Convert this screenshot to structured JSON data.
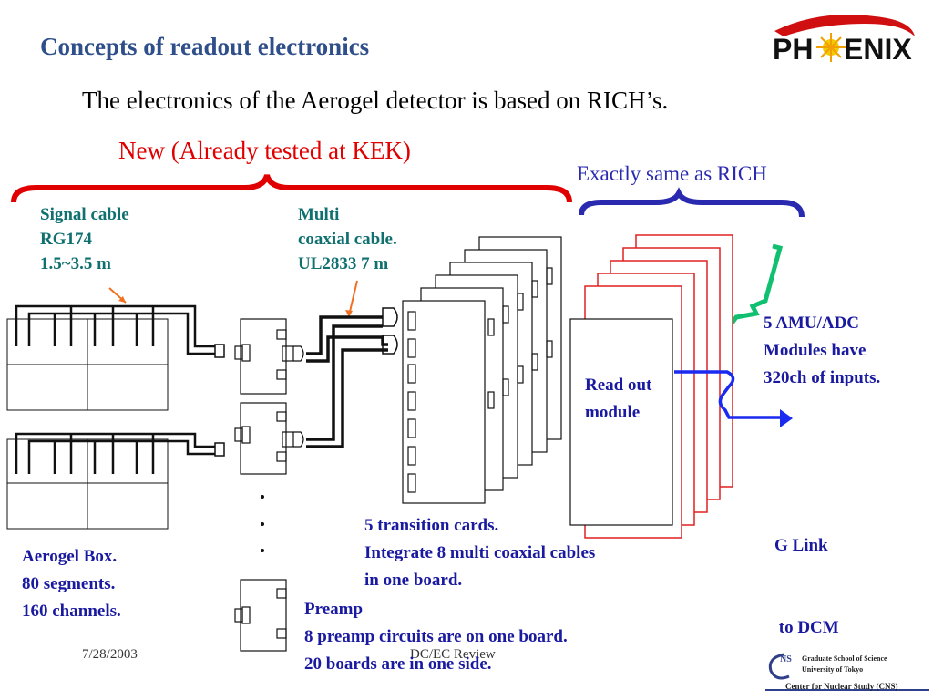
{
  "title": "Concepts of readout electronics",
  "subtitle": "The electronics of the Aerogel detector is based on RICH’s.",
  "new_label": "New (Already tested at KEK)",
  "rich_label": "Exactly same as RICH",
  "signal_cable": [
    "Signal cable",
    "RG174",
    "1.5~3.5 m"
  ],
  "multi_cable": [
    "Multi",
    "coaxial cable.",
    "UL2833 7 m"
  ],
  "amu_adc": [
    "5 AMU/ADC",
    "Modules have",
    "320ch of  inputs."
  ],
  "readout_module": [
    "Read out",
    "module"
  ],
  "glink": [
    "G Link",
    " to DCM"
  ],
  "transition": [
    "5 transition cards.",
    "Integrate 8 multi coaxial cables",
    "in one board."
  ],
  "aerogel_box": [
    "Aerogel Box.",
    "80 segments.",
    "160 channels."
  ],
  "preamp": [
    "Preamp",
    "8 preamp circuits are on one board.",
    "20 boards are in one side."
  ],
  "footer": {
    "date": "7/28/2003",
    "center": "DC/EC Review"
  },
  "logo": {
    "left": "PH",
    "right": "ENIX"
  },
  "cns": {
    "line1": "Graduate School of Science",
    "line2": "University of Tokyo",
    "line3": "Center for Nuclear Study (CNS)",
    "mark": "NS"
  },
  "colors": {
    "title": "#2f4f8a",
    "red_brace": "#e00000",
    "blue_brace": "#2a2ab0",
    "green_brace": "#10c070",
    "teal_text": "#107070",
    "navy_text": "#1a1aa0"
  }
}
